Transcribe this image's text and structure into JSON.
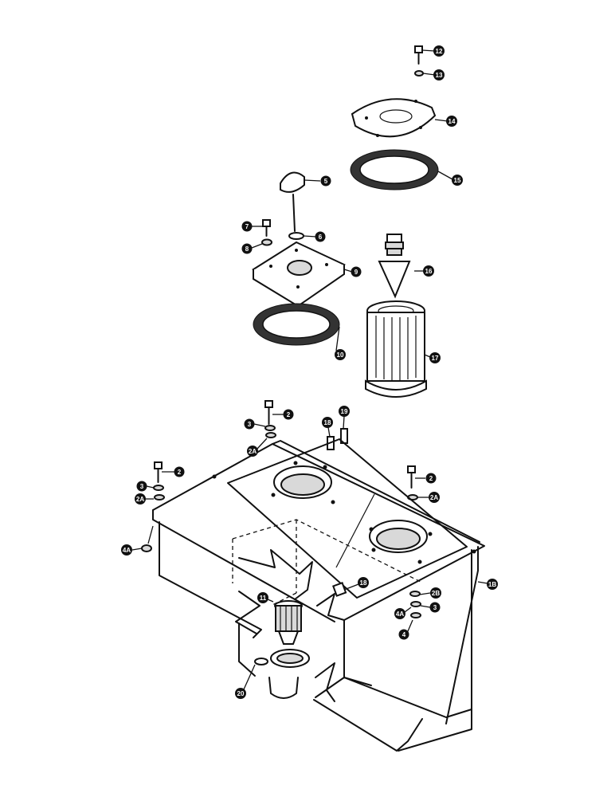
{
  "callouts": [
    {
      "id": "c12",
      "label": "12"
    },
    {
      "id": "c13",
      "label": "13"
    },
    {
      "id": "c14",
      "label": "14"
    },
    {
      "id": "c15",
      "label": "15"
    },
    {
      "id": "c5",
      "label": "5"
    },
    {
      "id": "c7",
      "label": "7"
    },
    {
      "id": "c6a",
      "label": "6"
    },
    {
      "id": "c8",
      "label": "8"
    },
    {
      "id": "c9",
      "label": "9"
    },
    {
      "id": "c16",
      "label": "16"
    },
    {
      "id": "c10a",
      "label": "10"
    },
    {
      "id": "c17",
      "label": "17"
    },
    {
      "id": "c3a",
      "label": "3"
    },
    {
      "id": "c2a",
      "label": "2"
    },
    {
      "id": "c2Aa",
      "label": "2A"
    },
    {
      "id": "c18a",
      "label": "18"
    },
    {
      "id": "c19",
      "label": "19"
    },
    {
      "id": "c2b",
      "label": "2"
    },
    {
      "id": "c3b",
      "label": "3"
    },
    {
      "id": "c2Ab",
      "label": "2A"
    },
    {
      "id": "c2c",
      "label": "2"
    },
    {
      "id": "c2Ac",
      "label": "2A"
    },
    {
      "id": "c4A",
      "label": "4A"
    },
    {
      "id": "c18b",
      "label": "18"
    },
    {
      "id": "c1B",
      "label": "1B"
    },
    {
      "id": "c11",
      "label": "11"
    },
    {
      "id": "c2B",
      "label": "2B"
    },
    {
      "id": "c4Ab",
      "label": "4A"
    },
    {
      "id": "c3c",
      "label": "3"
    },
    {
      "id": "c4",
      "label": "4"
    },
    {
      "id": "c20",
      "label": "20"
    }
  ]
}
